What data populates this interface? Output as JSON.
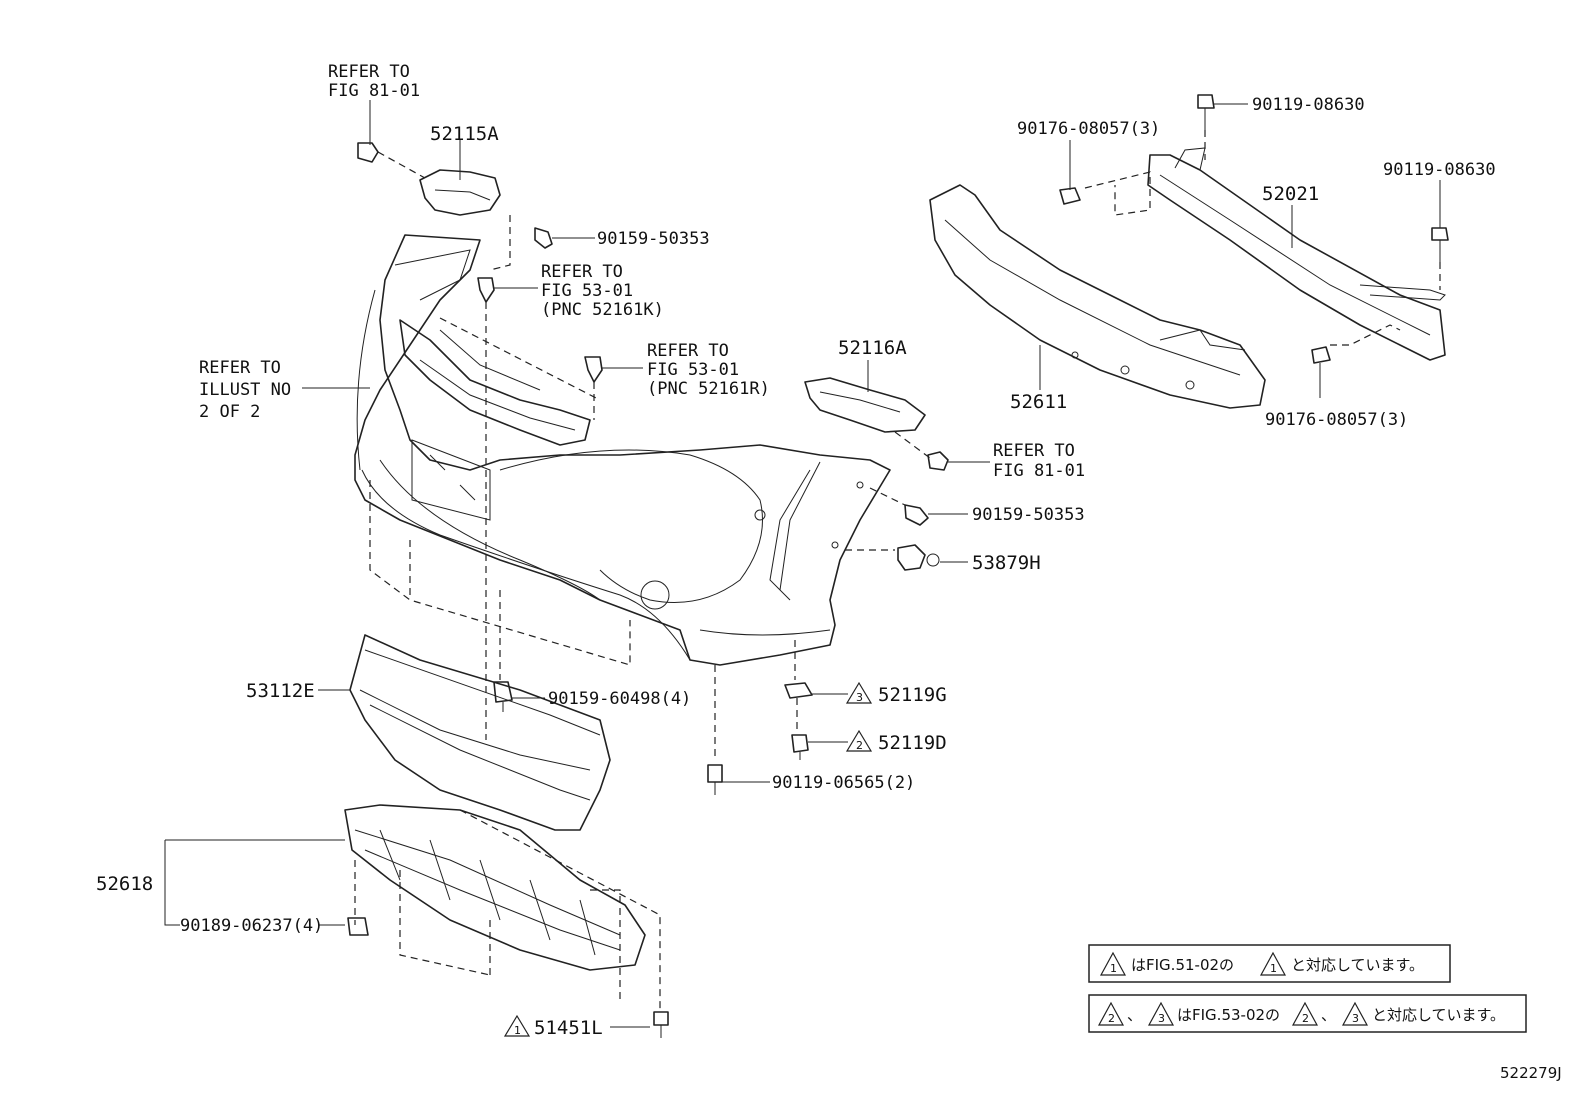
{
  "labels": {
    "refer_fig81_top_1": "REFER TO",
    "refer_fig81_top_2": "FIG 81-01",
    "p52115A": "52115A",
    "p90159_50353_top": "90159-50353",
    "refer_fig53_k_1": "REFER TO",
    "refer_fig53_k_2": "FIG 53-01",
    "refer_fig53_k_3": "(PNC 52161K)",
    "refer_fig53_r_1": "REFER TO",
    "refer_fig53_r_2": "FIG 53-01",
    "refer_fig53_r_3": "(PNC 52161R)",
    "refer_illust_1": "REFER TO",
    "refer_illust_2": "ILLUST NO",
    "refer_illust_3": "2 OF 2",
    "p52116A": "52116A",
    "refer_fig81_mid_1": "REFER TO",
    "refer_fig81_mid_2": "FIG 81-01",
    "p90159_50353_mid": "90159-50353",
    "p53879H": "53879H",
    "p90119_08630_top": "90119-08630",
    "p90176_08057_top": "90176-08057(3)",
    "p52021": "52021",
    "p90119_08630_right": "90119-08630",
    "p52611": "52611",
    "p90176_08057_bottom": "90176-08057(3)",
    "p53112E": "53112E",
    "p90159_60498": "90159-60498(4)",
    "p52119G": "52119G",
    "p52119D": "52119D",
    "p90119_06565": "90119-06565(2)",
    "p52618": "52618",
    "p90189_06237": "90189-06237(4)",
    "p51451L": "51451L",
    "tri_1": "1",
    "tri_2": "2",
    "tri_3": "3"
  },
  "notes": {
    "note1_text": "はFIG.51-02の",
    "note1_tail": "と対応しています。",
    "note2_sep1": "、",
    "note2_text": "はFIG.53-02の",
    "note2_sep2": "、",
    "note2_tail": "と対応しています。"
  },
  "figure_id": "522279J"
}
